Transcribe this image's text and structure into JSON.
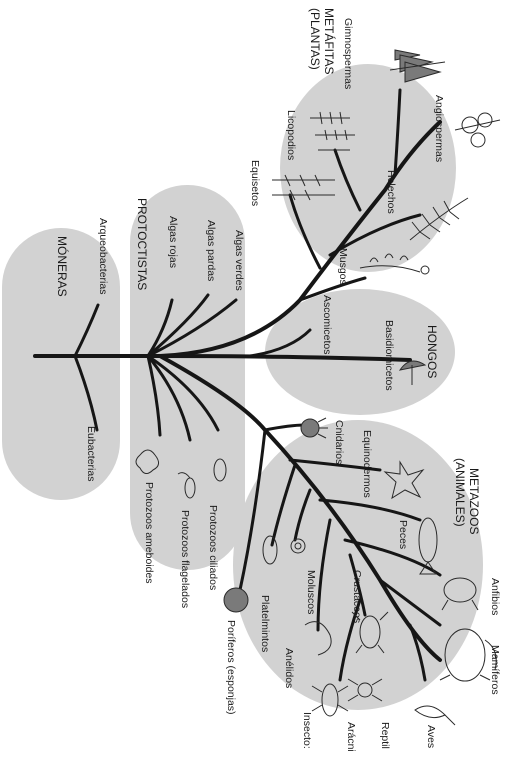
{
  "groups": {
    "moneras": "MÓNERAS",
    "protoctistas": "PROTOCTISTAS",
    "metafitas_1": "METÁFITAS",
    "metafitas_2": "(PLANTAS)",
    "hongos": "HONGOS",
    "metazoos_1": "METAZOOS",
    "metazoos_2": "(ANIMALES)"
  },
  "labels": {
    "arqueobacterias": "Arqueobacterias",
    "eubacterias": "Eubacterias",
    "algas_verdes": "Algas verdes",
    "algas_pardas": "Algas pardas",
    "algas_rojas": "Algas rojas",
    "protozoos_ciliados": "Protozoos ciliados",
    "protozoos_flagelados": "Protozoos flagelados",
    "protozoos_ameboides": "Protozoos ameboides",
    "gimnospermas": "Gimnospermas",
    "angiospermas": "Angiospermas",
    "licopodios": "Licopodios",
    "helechos": "Helechos",
    "equisetos": "Equisetos",
    "musgos": "Musgos",
    "ascomicetos": "Ascomicetos",
    "basidiomicetos": "Basidiomicetos",
    "cnidarios": "Cnidarios",
    "equinodermos": "Equinodermos",
    "peces": "Peces",
    "anfibios": "Anfibios",
    "moluscos": "Moluscos",
    "crustaceos": "Crustáceos",
    "mamiferos": "Mamíferos",
    "platelmintos": "Platelmintos",
    "anelidos": "Anélidos",
    "aves": "Aves",
    "poriferos": "Poríferos (esponjas)",
    "reptil": "Reptil",
    "aracni": "Arácni",
    "insecto": "Insecto:"
  }
}
